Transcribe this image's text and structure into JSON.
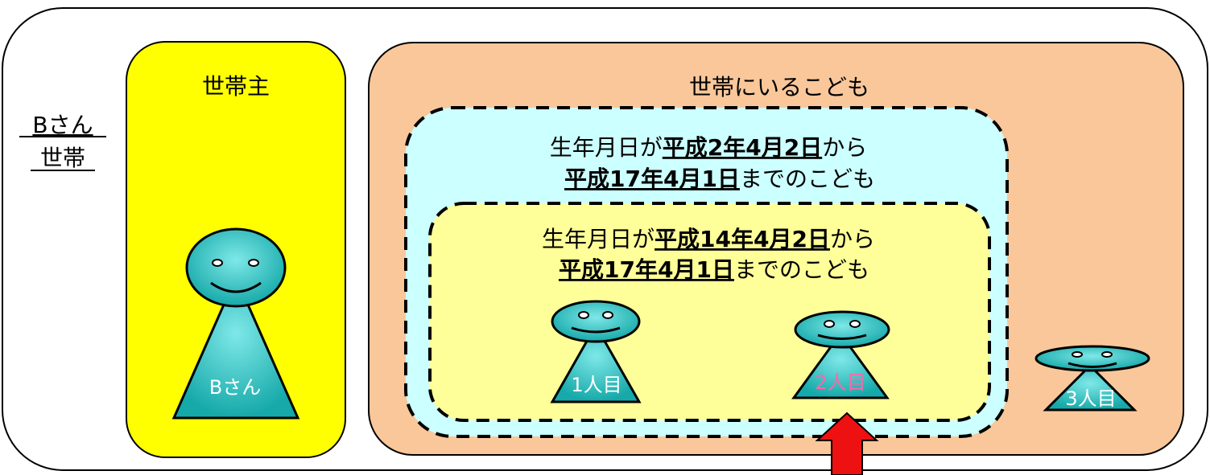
{
  "household_label_line1": "Bさん",
  "household_label_line2": "世帯",
  "head_box": {
    "title": "世帯主",
    "person_label": "Bさん"
  },
  "children_box": {
    "title": "世帯にいるこども",
    "outer_group": {
      "line1_prefix": "生年月日が",
      "line1_emph": "平成2年4月2日",
      "line1_suffix": "から",
      "line2_emph": "平成17年4月1日",
      "line2_suffix": "までのこども"
    },
    "inner_group": {
      "line1_prefix": "生年月日が",
      "line1_emph": "平成14年4月2日",
      "line1_suffix": "から",
      "line2_emph": "平成17年4月1日",
      "line2_suffix": "までのこども"
    },
    "children": [
      {
        "label": "1人目"
      },
      {
        "label": "2人目",
        "highlight": true
      },
      {
        "label": "3人目"
      }
    ]
  },
  "colors": {
    "head_box_fill": "#ffff00",
    "children_box_fill": "#f9c79a",
    "outer_group_fill": "#ccffff",
    "inner_group_fill": "#ffff99",
    "figure_fill": "#1fbfbf",
    "arrow_fill": "#ee1111",
    "highlight_text": "#ff66aa"
  }
}
